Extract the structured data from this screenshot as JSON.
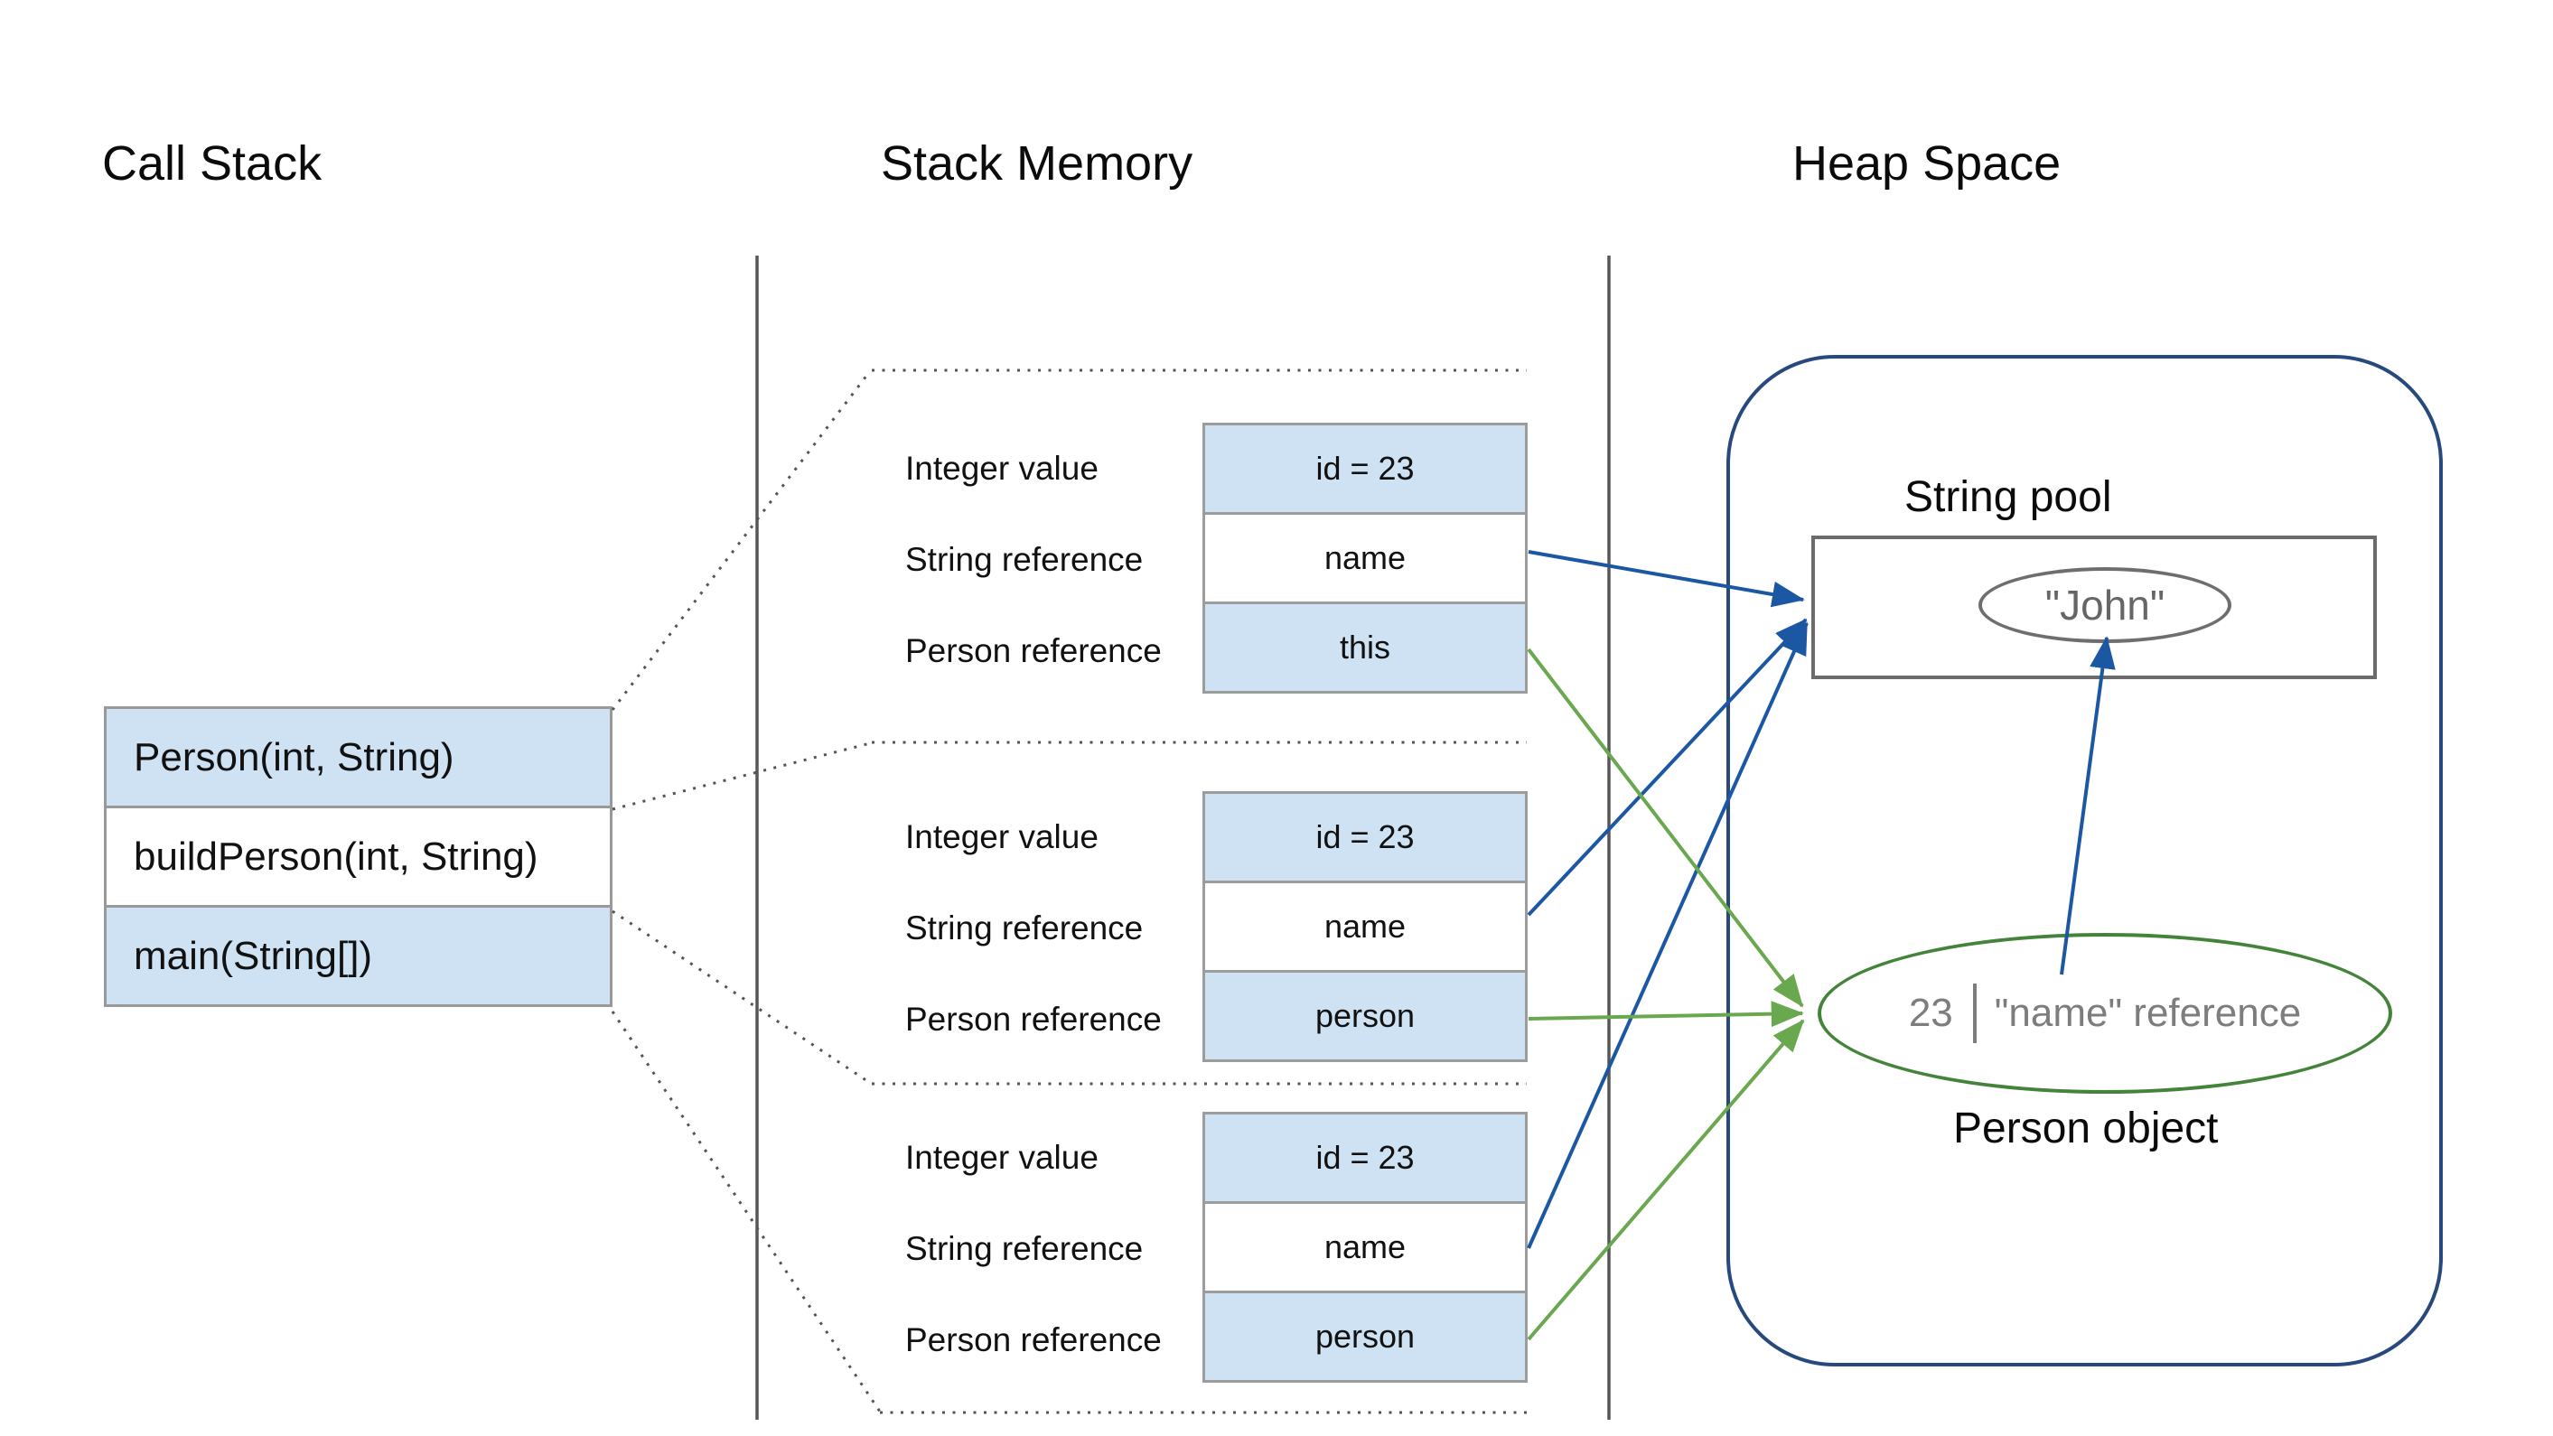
{
  "headers": {
    "call_stack": "Call Stack",
    "stack_memory": "Stack Memory",
    "heap_space": "Heap Space"
  },
  "call_stack": {
    "frames": [
      {
        "label": "Person(int, String)"
      },
      {
        "label": "buildPerson(int, String)"
      },
      {
        "label": "main(String[])"
      }
    ]
  },
  "stack_frames": [
    {
      "rows": [
        {
          "label": "Integer value",
          "value": "id = 23"
        },
        {
          "label": "String reference",
          "value": "name"
        },
        {
          "label": "Person reference",
          "value": "this"
        }
      ]
    },
    {
      "rows": [
        {
          "label": "Integer value",
          "value": "id = 23"
        },
        {
          "label": "String reference",
          "value": "name"
        },
        {
          "label": "Person reference",
          "value": "person"
        }
      ]
    },
    {
      "rows": [
        {
          "label": "Integer value",
          "value": "id = 23"
        },
        {
          "label": "String reference",
          "value": "name"
        },
        {
          "label": "Person reference",
          "value": "person"
        }
      ]
    }
  ],
  "heap": {
    "string_pool_label": "String pool",
    "john_text": "\"John\"",
    "person_object": {
      "id": "23",
      "reference": "\"name\" reference"
    },
    "person_object_label": "Person object"
  },
  "colors": {
    "row_highlight_blue": "#cfe2f3",
    "cell_border_gray": "#9c9c9c",
    "arrow_blue": "#1c57a4",
    "arrow_green": "#6aa84f",
    "heap_border_blue": "#27497e",
    "person_ellipse_green": "#44843a",
    "muted_gray_text": "#6e6e6e"
  }
}
